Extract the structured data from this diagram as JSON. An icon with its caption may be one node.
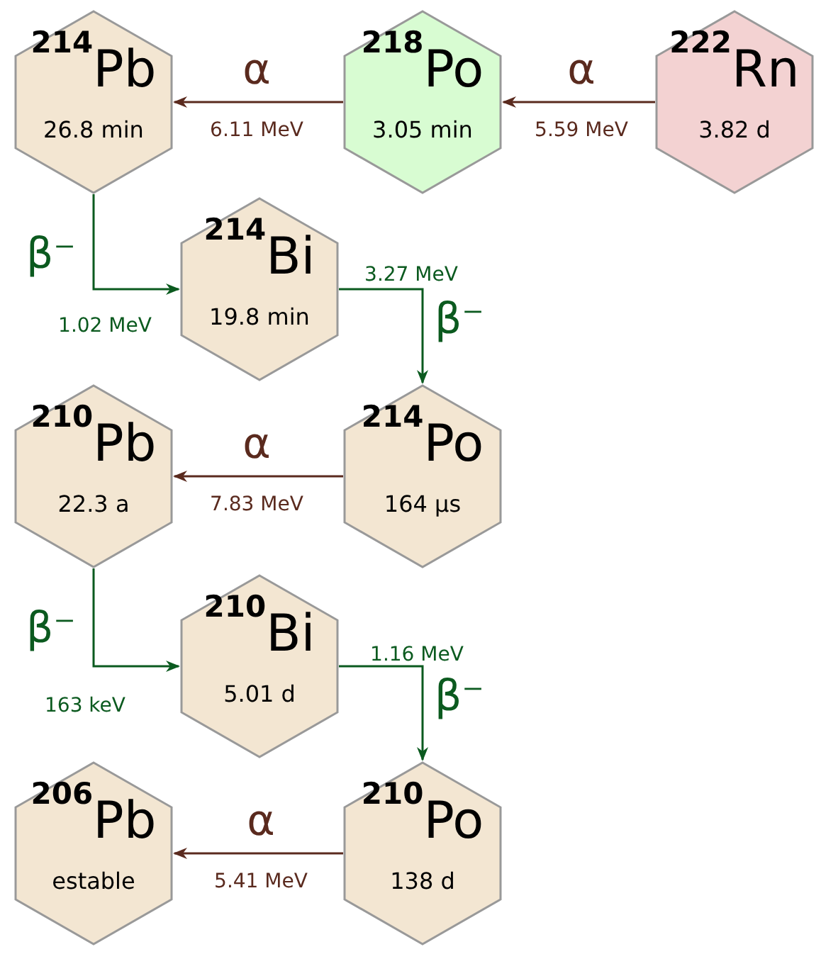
{
  "diagram": {
    "nodes": [
      {
        "text": [
          "$^{214}$Pb",
          "26.8 min"
        ]
      },
      {
        "text": [
          "$^{218}$Po",
          "3.05 min"
        ]
      },
      {
        "text": [
          "$^{222}$Rn",
          "3.82 d"
        ]
      },
      {
        "text": [
          "$^{214}$Bi",
          "19.8 min"
        ]
      },
      {
        "text": [
          "$^{210}$Pb",
          "22.3 a"
        ]
      },
      {
        "text": [
          "$^{214}$Po",
          "164 µs"
        ]
      },
      {
        "text": [
          "$^{210}$Bi",
          "5.01 d"
        ]
      },
      {
        "text": [
          "$^{206}$Pb",
          "estable"
        ]
      },
      {
        "text": [
          "$^{210}$Po",
          "138 d"
        ]
      }
    ],
    "edges": [
      {
        "from": 1,
        "to": 0,
        "arrow": "to",
        "label": "α",
        "color": "#5a2a1e"
      },
      {
        "from": 2,
        "to": 1,
        "arrow": "to",
        "label": "α",
        "color": "#5a2a1e"
      },
      {
        "from": 0,
        "to": 3,
        "arrow": "to",
        "label": "β⁻",
        "color": "#0b5a1f"
      },
      {
        "from": 3,
        "to": 5,
        "arrow": "to",
        "label": "β⁻",
        "color": "#0b5a1f"
      },
      {
        "from": 5,
        "to": 4,
        "arrow": "to",
        "label": "α",
        "color": "#5a2a1e"
      },
      {
        "from": 4,
        "to": 6,
        "arrow": "to",
        "label": "β⁻",
        "color": "#0b5a1f"
      },
      {
        "from": 6,
        "to": 8,
        "arrow": "to",
        "label": "β⁻",
        "color": "#0b5a1f"
      },
      {
        "from": 8,
        "to": 7,
        "arrow": "to",
        "label": "α",
        "color": "#5a2a1e"
      }
    ],
    "labels": [
      "6.11 MeV",
      "5.59 MeV",
      "3.27 MeV",
      "1.02 MeV",
      "7.83 MeV",
      "1.16 MeV",
      "163 keV",
      "5.41 MeV"
    ]
  }
}
